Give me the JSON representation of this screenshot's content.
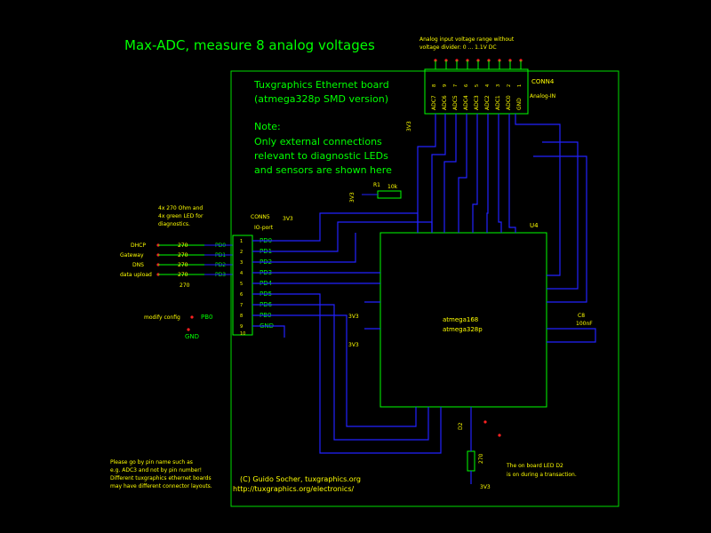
{
  "title": "Max-ADC, measure 8 analog voltages",
  "analog_input_note": [
    "Analog input voltage range without",
    "voltage divider: 0 ... 1.1V DC"
  ],
  "conn4": {
    "name": "CONN4",
    "label": "Analog-IN",
    "pins": [
      "ADC7",
      "ADC6",
      "ADC5",
      "ADC4",
      "ADC3",
      "ADC2",
      "ADC1",
      "ADC0",
      "GND"
    ],
    "pin_numbers": [
      "8",
      "9",
      "7",
      "6",
      "5",
      "4",
      "3",
      "2",
      "1"
    ],
    "vcc": "3V3"
  },
  "board_info": [
    "Tuxgraphics Ethernet board",
    "(atmega328p SMD version)"
  ],
  "note": [
    "Note:",
    "Only external connections",
    "relevant to diagnostic LEDs",
    "and sensors are shown here"
  ],
  "resistor_r1": {
    "name": "R1",
    "value": "10k",
    "supply": "3V3"
  },
  "led_note": [
    "4x 270 Ohm and",
    "4x green LED for",
    "diagnostics."
  ],
  "led_labels": [
    "DHCP",
    "Gateway",
    "DNS",
    "data upload"
  ],
  "led_resistors": [
    "270",
    "270",
    "270",
    "270"
  ],
  "led_nets": [
    "PD0",
    "PD1",
    "PD2",
    "PD3"
  ],
  "conn5": {
    "name": "CONN5",
    "subtitle": "IO-port",
    "vcc": "3V3",
    "pins": [
      "PD0",
      "PD1",
      "PD2",
      "PD3",
      "PD4",
      "PD5",
      "PD6",
      "PB0",
      "GND"
    ],
    "pin_numbers": [
      "1",
      "2",
      "3",
      "4",
      "5",
      "6",
      "7",
      "8",
      "9",
      "10"
    ]
  },
  "modify_config": {
    "label": "modify config",
    "net": "PB0"
  },
  "gnd_label": "GND",
  "u4": {
    "name": "U4",
    "chip": [
      "atmega168",
      "atmega328p"
    ],
    "supply": [
      "3V3",
      "3V3"
    ],
    "cap": {
      "name": "C8",
      "value": "100nF"
    },
    "led": {
      "name": "D2",
      "resistor": "270",
      "supply": "3V3"
    }
  },
  "onboard_led_note": [
    "The on board LED D2",
    "is on during a transaction."
  ],
  "pin_hint": [
    "Please go by pin name such as",
    "e.g. ADC3 and not by pin number!",
    "Different tuxgraphics ethernet boards",
    "may have different connector layouts."
  ],
  "copyright": [
    "(C) Guido Socher, tuxgraphics.org",
    "http://tuxgraphics.org/electronics/"
  ]
}
